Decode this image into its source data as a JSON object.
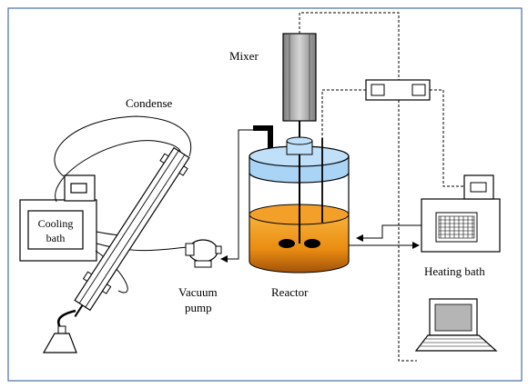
{
  "diagram": {
    "labels": {
      "mixer": "Mixer",
      "condense": "Condense",
      "cooling_bath_line1": "Cooling",
      "cooling_bath_line2": "bath",
      "vacuum_pump_line1": "Vacuum",
      "vacuum_pump_line2": "pump",
      "reactor": "Reactor",
      "heating_bath": "Heating bath"
    },
    "colors": {
      "reactor_liquid": "#f5a623",
      "reactor_liquid_dark": "#b8620a",
      "reactor_lid": "#a9d4f5",
      "mixer_body": "#b3b3b3",
      "frame": "#4a6fa5"
    }
  }
}
